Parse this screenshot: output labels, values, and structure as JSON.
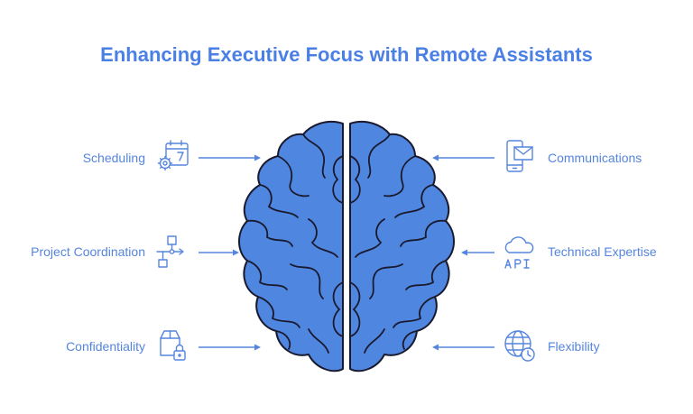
{
  "title": "Enhancing Executive Focus with Remote Assistants",
  "colors": {
    "accent": "#4a7fe6",
    "brain_fill": "#4f86e0",
    "outline": "#1a1a2e",
    "line": "#5585dd"
  },
  "left_items": [
    {
      "label": "Scheduling",
      "icon": "calendar-gear-icon"
    },
    {
      "label": "Project Coordination",
      "icon": "flowchart-icon"
    },
    {
      "label": "Confidentiality",
      "icon": "box-lock-icon"
    }
  ],
  "right_items": [
    {
      "label": "Communications",
      "icon": "phone-mail-icon"
    },
    {
      "label": "Technical Expertise",
      "icon": "cloud-api-icon"
    },
    {
      "label": "Flexibility",
      "icon": "globe-clock-icon"
    }
  ]
}
